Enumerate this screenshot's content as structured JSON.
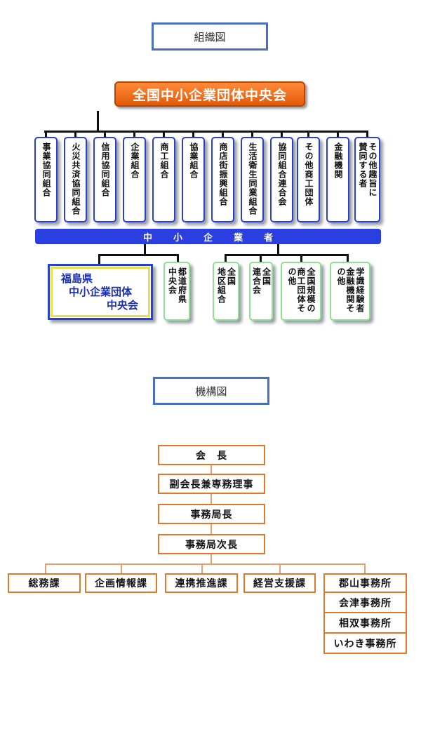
{
  "org_chart": {
    "title": "組織図",
    "top": "全国中小企業団体中央会",
    "members": [
      {
        "lines": [
          "事業協同組合"
        ]
      },
      {
        "lines": [
          "火災共済協同組合"
        ]
      },
      {
        "lines": [
          "信用協同組合"
        ]
      },
      {
        "lines": [
          "企業組合"
        ]
      },
      {
        "lines": [
          "商工組合"
        ]
      },
      {
        "lines": [
          "協業組合"
        ]
      },
      {
        "lines": [
          "商店街振興組合"
        ]
      },
      {
        "lines": [
          "生活衛生同業組合"
        ]
      },
      {
        "lines": [
          "協同組合連合会"
        ]
      },
      {
        "lines": [
          "その他商工団体"
        ]
      },
      {
        "lines": [
          "金融機関"
        ]
      },
      {
        "lines": [
          "その他趣旨に",
          "賛同する者"
        ]
      }
    ],
    "bar_label": "中小企業者",
    "fukushima": [
      "福島県",
      "中小企業団体",
      "中央会"
    ],
    "left_small": {
      "lines": [
        "都道府県",
        "中央会"
      ]
    },
    "right_boxes": [
      {
        "lines": [
          "全国",
          "地区組合"
        ]
      },
      {
        "lines": [
          "全国",
          "連合会"
        ]
      },
      {
        "lines": [
          "全国規模の",
          "商工団体その他"
        ]
      },
      {
        "lines": [
          "学識経験者",
          "金融機関その他"
        ]
      }
    ]
  },
  "structure_chart": {
    "title": "機構図",
    "chain": [
      "会　長",
      "副会長兼専務理事",
      "事務局長",
      "事務局次長"
    ],
    "departments": [
      "総務課",
      "企画情報課",
      "連携推進課",
      "経営支援課"
    ],
    "offices": [
      "郡山事務所",
      "会津事務所",
      "相双事務所",
      "いわき事務所"
    ]
  }
}
